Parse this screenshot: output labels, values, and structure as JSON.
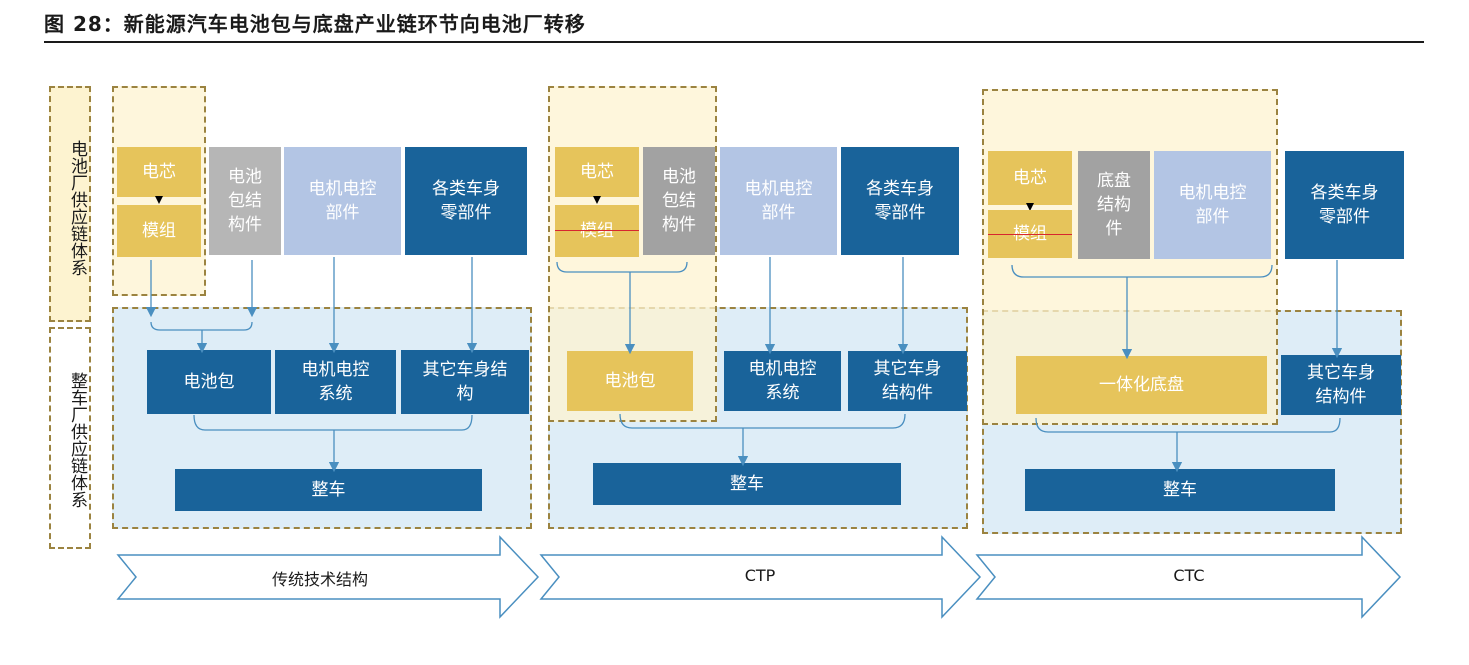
{
  "figure": {
    "title": "图 28：新能源汽车电池包与底盘产业链环节向电池厂转移"
  },
  "side_labels": {
    "battery_supply": "电池厂供应链体系",
    "oem_supply": "整车厂供应链体系"
  },
  "traditional": {
    "cell": "电芯",
    "module": "模组",
    "pack_structure": "电池\n包结\n构件",
    "motor_parts": "电机电控\n部件",
    "body_parts": "各类车身\n零部件",
    "battery_pack": "电池包",
    "motor_system": "电机电控\n系统",
    "body_structure": "其它车身结\n构",
    "vehicle": "整车",
    "arrow_label": "传统技术结构"
  },
  "ctp": {
    "cell": "电芯",
    "module": "模组",
    "pack_structure": "电池\n包结\n构件",
    "motor_parts": "电机电控\n部件",
    "body_parts": "各类车身\n零部件",
    "battery_pack": "电池包",
    "motor_system": "电机电控\n系统",
    "body_structure": "其它车身\n结构件",
    "vehicle": "整车",
    "arrow_label": "CTP"
  },
  "ctc": {
    "cell": "电芯",
    "module": "模组",
    "chassis_structure": "底盘\n结构\n件",
    "motor_parts": "电机电控\n部件",
    "body_parts": "各类车身\n零部件",
    "integrated_chassis": "一体化底盘",
    "body_structure": "其它车身\n结构件",
    "vehicle": "整车",
    "arrow_label": "CTC"
  },
  "colors": {
    "gold": "#e6c45b",
    "grey": "#b6b6b6",
    "light_blue": "#b3c5e4",
    "dark_blue": "#19639a",
    "region_blue": "#deedf7",
    "region_yellow": "#fdf3d0",
    "dashed_border": "#9b8340",
    "strike_red": "#d7262f"
  }
}
